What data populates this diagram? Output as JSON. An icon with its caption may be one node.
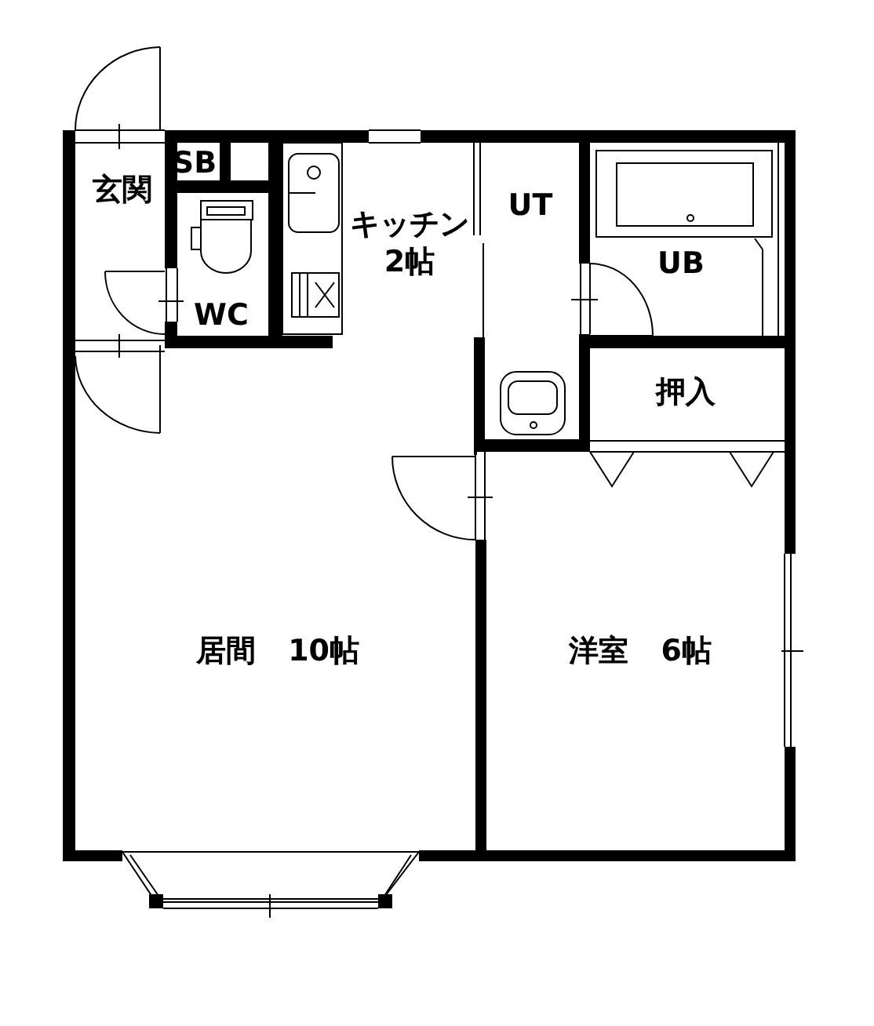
{
  "diagram": {
    "labels": [
      "玄関",
      "SB",
      "WC",
      "キッチン2帖",
      "UT",
      "UB",
      "押入",
      "居間 10帖",
      "洋室 6帖"
    ]
  }
}
